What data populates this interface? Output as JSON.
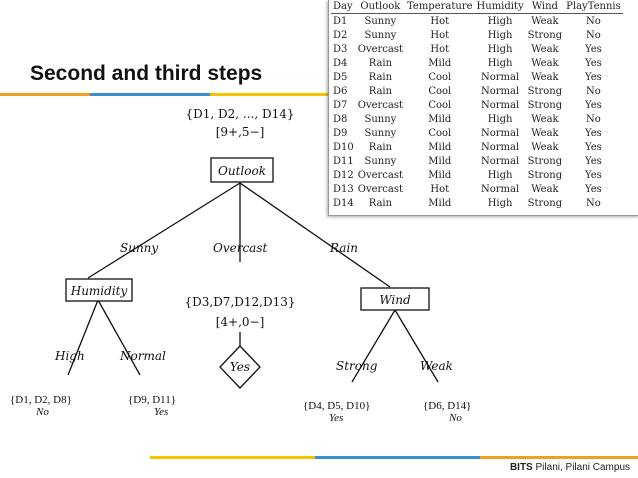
{
  "slide": {
    "title": "Second and third steps",
    "footer_brand": "BITS",
    "footer_rest": " Pilani, Pilani Campus"
  },
  "colors": {
    "orange": "#f0a020",
    "blue": "#3a8fd0",
    "yellow": "#f5c400"
  },
  "table": {
    "headers": [
      "Day",
      "Outlook",
      "Temperature",
      "Humidity",
      "Wind",
      "PlayTennis"
    ],
    "rows": [
      [
        "D1",
        "Sunny",
        "Hot",
        "High",
        "Weak",
        "No"
      ],
      [
        "D2",
        "Sunny",
        "Hot",
        "High",
        "Strong",
        "No"
      ],
      [
        "D3",
        "Overcast",
        "Hot",
        "High",
        "Weak",
        "Yes"
      ],
      [
        "D4",
        "Rain",
        "Mild",
        "High",
        "Weak",
        "Yes"
      ],
      [
        "D5",
        "Rain",
        "Cool",
        "Normal",
        "Weak",
        "Yes"
      ],
      [
        "D6",
        "Rain",
        "Cool",
        "Normal",
        "Strong",
        "No"
      ],
      [
        "D7",
        "Overcast",
        "Cool",
        "Normal",
        "Strong",
        "Yes"
      ],
      [
        "D8",
        "Sunny",
        "Mild",
        "High",
        "Weak",
        "No"
      ],
      [
        "D9",
        "Sunny",
        "Cool",
        "Normal",
        "Weak",
        "Yes"
      ],
      [
        "D10",
        "Rain",
        "Mild",
        "Normal",
        "Weak",
        "Yes"
      ],
      [
        "D11",
        "Sunny",
        "Mild",
        "Normal",
        "Strong",
        "Yes"
      ],
      [
        "D12",
        "Overcast",
        "Mild",
        "High",
        "Strong",
        "Yes"
      ],
      [
        "D13",
        "Overcast",
        "Hot",
        "Normal",
        "Weak",
        "Yes"
      ],
      [
        "D14",
        "Rain",
        "Mild",
        "High",
        "Strong",
        "No"
      ]
    ]
  },
  "tree": {
    "root_set": "{D1, D2, ..., D14}",
    "root_counts": "[9+,5−]",
    "root_label": "Outlook",
    "branch_sunny": "Sunny",
    "branch_overcast": "Overcast",
    "branch_rain": "Rain",
    "humidity_label": "Humidity",
    "overcast_set": "{D3,D7,D12,D13}",
    "overcast_counts": "[4+,0−]",
    "overcast_leaf": "Yes",
    "wind_label": "Wind",
    "branch_high": "High",
    "branch_normal": "Normal",
    "branch_strong": "Strong",
    "branch_weak": "Weak"
  },
  "leaves": [
    {
      "set": "{D1, D2, D8}",
      "result": "No"
    },
    {
      "set": "{D9, D11}",
      "result": "Yes"
    },
    {
      "set": "{D4, D5, D10}",
      "result": "Yes"
    },
    {
      "set": "{D6, D14}",
      "result": "No"
    }
  ]
}
